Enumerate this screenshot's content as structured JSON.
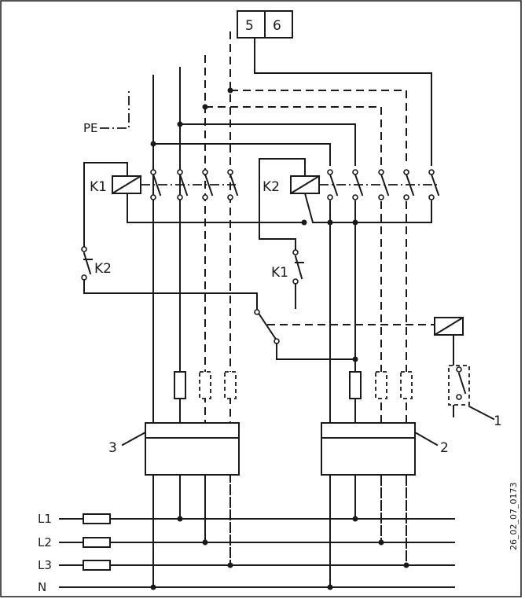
{
  "terminal_block": [
    "5",
    "6"
  ],
  "labels": {
    "pe": "PE",
    "relay_k1": "K1",
    "relay_k2": "K2",
    "interlock_k2": "K2",
    "interlock_k1": "K1",
    "callout_1": "1",
    "callout_2": "2",
    "callout_3": "3"
  },
  "supply_lines": [
    "L1",
    "L2",
    "L3",
    "N"
  ],
  "figure_code": "26_02_07_0173"
}
